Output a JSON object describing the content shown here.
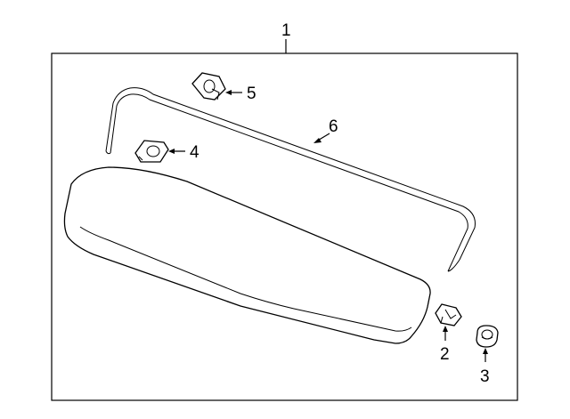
{
  "diagram": {
    "callouts": {
      "c1": "1",
      "c2": "2",
      "c3": "3",
      "c4": "4",
      "c5": "5",
      "c6": "6"
    },
    "parts": [
      "spoiler",
      "seal",
      "clip",
      "nut",
      "bracket",
      "grommet"
    ]
  }
}
